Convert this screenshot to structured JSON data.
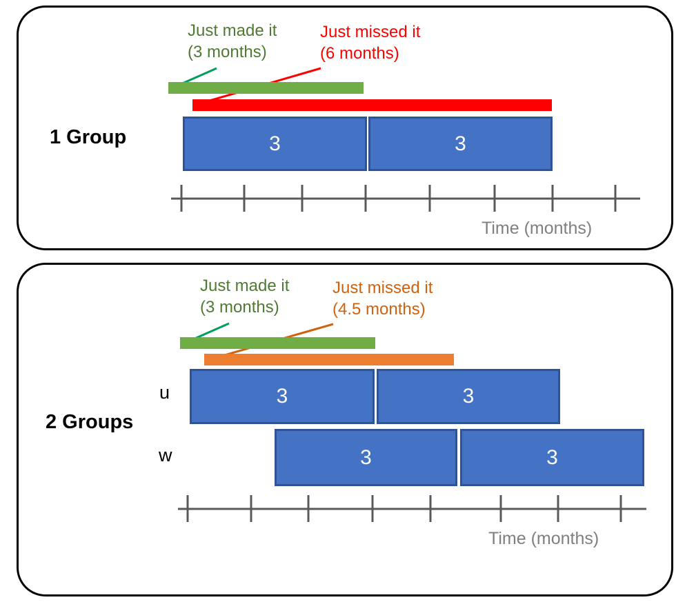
{
  "figure": {
    "title_hidden": "",
    "axis_caption": "Time (months)"
  },
  "colors": {
    "green": "#70AD47",
    "green_text": "#4E7B31",
    "red": "#FF0000",
    "orange": "#ED7D31",
    "orange_text": "#D0620E",
    "blue_fill": "#4472C4",
    "blue_border": "#2E5496",
    "axis_gray": "#595959",
    "caption_gray": "#7F7F7F",
    "panel_border": "#000000",
    "leader_green": "#00A05A"
  },
  "panels": [
    {
      "id": "one-group",
      "label": "1 Group",
      "callouts": [
        {
          "name": "just-made-it",
          "line1": "Just made it",
          "line2": "(3 months)",
          "color": "#4E7B31"
        },
        {
          "name": "just-missed-it",
          "line1": "Just missed it",
          "line2": "(6 months)",
          "color": "#FF0000"
        }
      ],
      "duration_bars": [
        {
          "name": "just-made-it-bar",
          "color": "#70AD47",
          "value_months": 3
        },
        {
          "name": "just-missed-it-bar",
          "color": "#FF0000",
          "value_months": 6
        }
      ],
      "rows": [
        {
          "row_label": "",
          "tasks": [
            {
              "label": "3",
              "duration_months": 3
            },
            {
              "label": "3",
              "duration_months": 3
            }
          ]
        }
      ],
      "axis": {
        "ticks": 8,
        "caption": "Time (months)"
      }
    },
    {
      "id": "two-groups",
      "label": "2 Groups",
      "callouts": [
        {
          "name": "just-made-it",
          "line1": "Just made it",
          "line2": "(3 months)",
          "color": "#4E7B31"
        },
        {
          "name": "just-missed-it",
          "line1": "Just missed it",
          "line2": "(4.5 months)",
          "color": "#D0620E"
        }
      ],
      "duration_bars": [
        {
          "name": "just-made-it-bar",
          "color": "#70AD47",
          "value_months": 3
        },
        {
          "name": "just-missed-it-bar",
          "color": "#ED7D31",
          "value_months": 4.5
        }
      ],
      "rows": [
        {
          "row_label": "u",
          "tasks": [
            {
              "label": "3",
              "duration_months": 3
            },
            {
              "label": "3",
              "duration_months": 3
            }
          ]
        },
        {
          "row_label": "w",
          "tasks": [
            {
              "label": "3",
              "duration_months": 3
            },
            {
              "label": "3",
              "duration_months": 3
            }
          ]
        }
      ],
      "axis": {
        "ticks": 8,
        "caption": "Time (months)"
      }
    }
  ]
}
